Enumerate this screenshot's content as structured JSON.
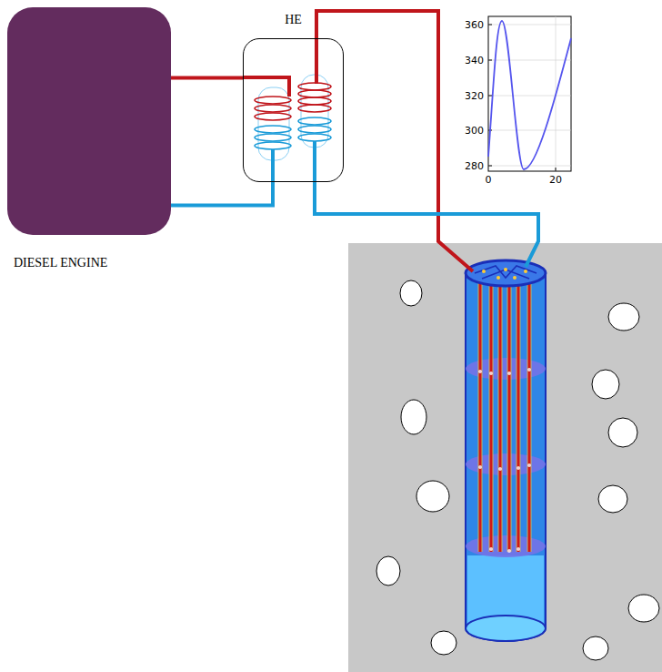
{
  "diagram": {
    "nodes": [
      {
        "text": [
          "DIESEL ENGINE"
        ]
      },
      {
        "text": [
          "HE"
        ]
      }
    ],
    "edges": [
      {
        "from": 0,
        "to": 1,
        "arrow": "none"
      },
      {
        "from": 0,
        "to": 1,
        "arrow": "none"
      }
    ],
    "labels": [
      "360",
      "340",
      "320",
      "300",
      "280",
      "0",
      "20"
    ]
  }
}
